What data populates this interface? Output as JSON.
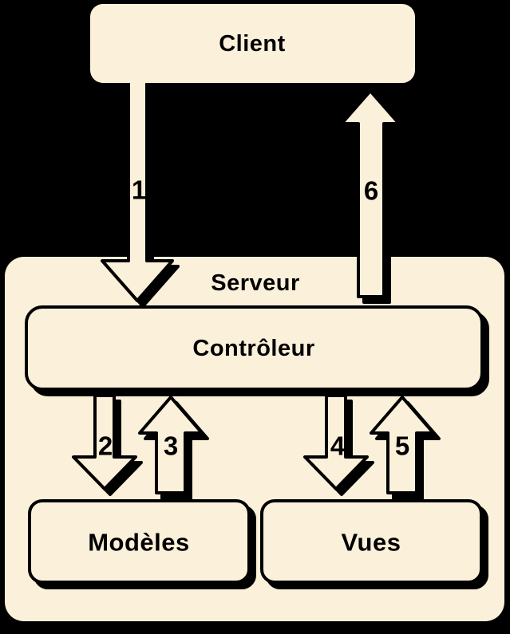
{
  "colors": {
    "background": "#000000",
    "box_fill": "#FBF0D9",
    "outline": "#000000",
    "text": "#000000"
  },
  "diagram": {
    "client": {
      "label": "Client"
    },
    "server": {
      "label": "Serveur"
    },
    "controller": {
      "label": "Contrôleur"
    },
    "models": {
      "label": "Modèles"
    },
    "views": {
      "label": "Vues"
    },
    "arrows": [
      {
        "number": "1",
        "direction": "down",
        "from": "Client",
        "to": "Contrôleur"
      },
      {
        "number": "2",
        "direction": "down",
        "from": "Contrôleur",
        "to": "Modèles"
      },
      {
        "number": "3",
        "direction": "up",
        "from": "Modèles",
        "to": "Contrôleur"
      },
      {
        "number": "4",
        "direction": "down",
        "from": "Contrôleur",
        "to": "Vues"
      },
      {
        "number": "5",
        "direction": "up",
        "from": "Vues",
        "to": "Contrôleur"
      },
      {
        "number": "6",
        "direction": "up",
        "from": "Contrôleur",
        "to": "Client"
      }
    ]
  }
}
